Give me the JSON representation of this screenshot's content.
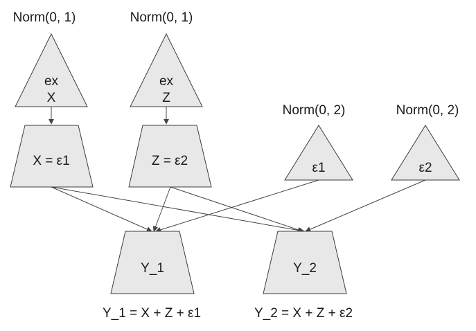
{
  "nodes": {
    "ex_x": {
      "dist": "Norm(0, 1)",
      "line1": "ex",
      "line2": "X"
    },
    "ex_z": {
      "dist": "Norm(0, 1)",
      "line1": "ex",
      "line2": "Z"
    },
    "eps1": {
      "dist": "Norm(0, 2)",
      "label": "ε1"
    },
    "eps2": {
      "dist": "Norm(0, 2)",
      "label": "ε2"
    },
    "x_assign": {
      "label": "X = ε1"
    },
    "z_assign": {
      "label": "Z = ε2"
    },
    "y1": {
      "label": "Y_1",
      "equation": "Y_1 = X + Z + ε1"
    },
    "y2": {
      "label": "Y_2",
      "equation": "Y_2 = X + Z + ε2"
    }
  },
  "edges": [
    {
      "from": "ex_x",
      "to": "x_assign"
    },
    {
      "from": "ex_z",
      "to": "z_assign"
    },
    {
      "from": "x_assign",
      "to": "y1"
    },
    {
      "from": "x_assign",
      "to": "y2"
    },
    {
      "from": "z_assign",
      "to": "y1"
    },
    {
      "from": "z_assign",
      "to": "y2"
    },
    {
      "from": "eps1",
      "to": "y1"
    },
    {
      "from": "eps2",
      "to": "y2"
    }
  ],
  "colors": {
    "node_fill": "#e8e8e8",
    "node_stroke": "#3c3c3c",
    "edge": "#444444"
  }
}
